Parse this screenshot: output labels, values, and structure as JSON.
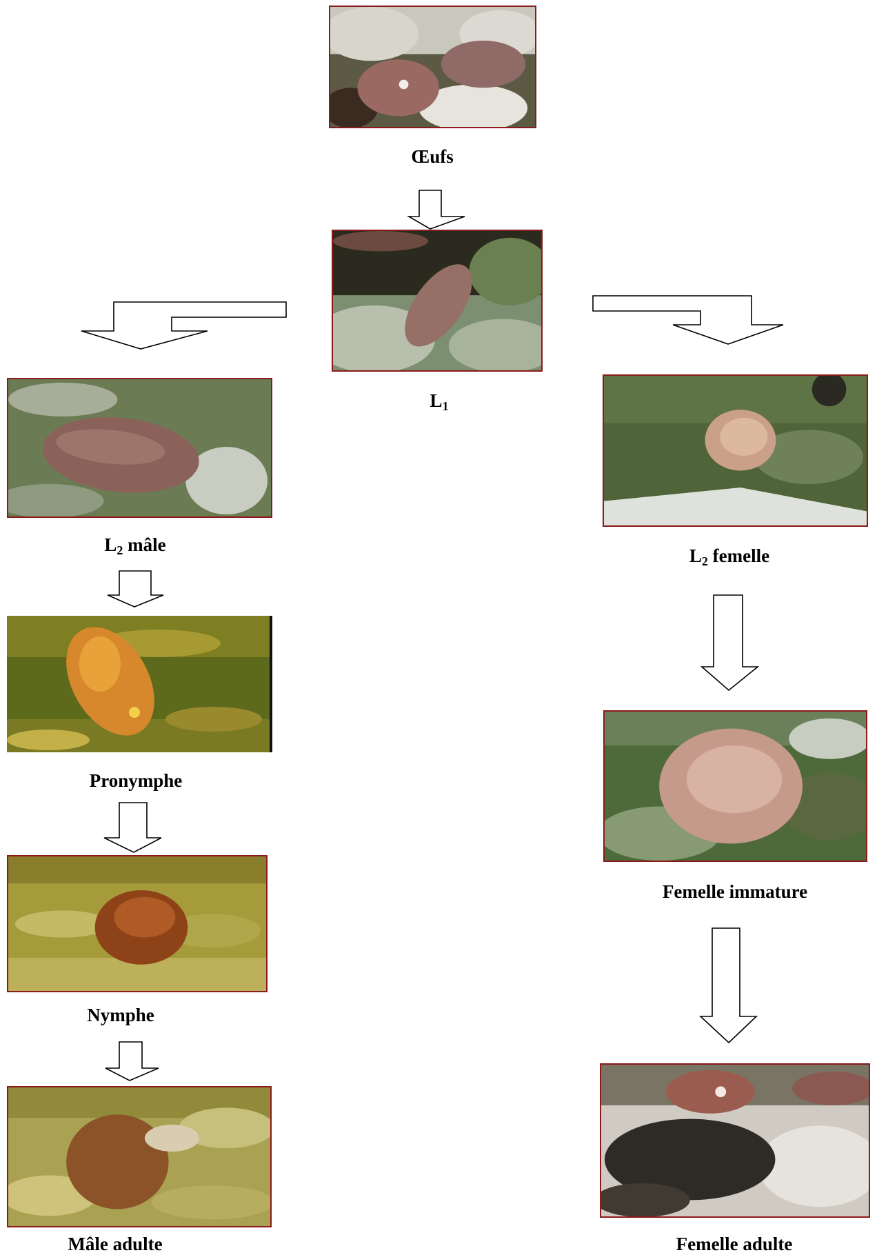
{
  "stages": {
    "eggs": {
      "label": "Œufs"
    },
    "l1": {
      "base": "L",
      "sub": "1"
    },
    "l2_male": {
      "base": "L",
      "sub": "2",
      "rest": " mâle"
    },
    "pronymph": {
      "label": "Pronymphe"
    },
    "nymph": {
      "label": "Nymphe"
    },
    "adult_male": {
      "label": "Mâle adulte"
    },
    "l2_female": {
      "base": "L",
      "sub": "2",
      "rest": " femelle"
    },
    "immature_female": {
      "label": "Femelle immature"
    },
    "adult_female": {
      "label": "Femelle adulte"
    }
  },
  "colors": {
    "photo_border": "#8b1a1a",
    "arrow_fill": "#ffffff",
    "arrow_stroke": "#000000"
  }
}
